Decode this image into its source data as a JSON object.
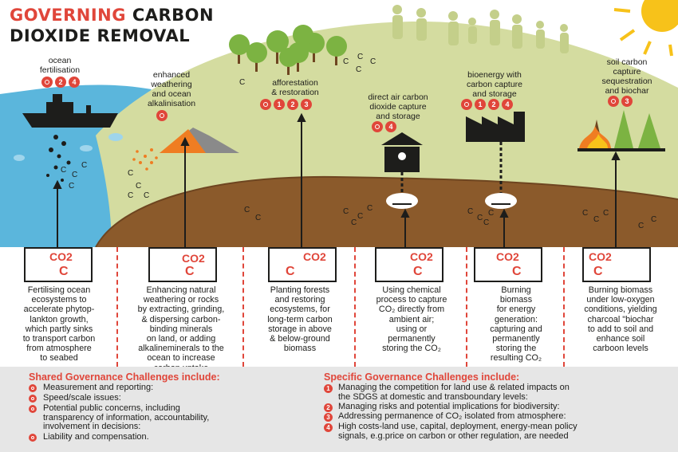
{
  "title": {
    "line1_red": "GOVERNING",
    "line1_black": "CARBON",
    "line2": "DIOXIDE REMOVAL"
  },
  "methods": [
    {
      "label": "ocean\nfertilisation",
      "badges": [
        "ring",
        "2",
        "4"
      ],
      "co2": "CO2",
      "c": "C",
      "desc": "Fertilising ocean\necosystems to\naccelerate phytop-\nlankton growth,\nwhich partly sinks\nto transport carbon\nfrom atmosphere\nto seabed"
    },
    {
      "label": "enhanced\nweathering\nand ocean\nalkalinisation",
      "badges": [
        "ring"
      ],
      "co2": "CO2",
      "c": "C",
      "desc": "Enhancing natural\nweathering or rocks\nby extracting, grinding,\n& dispersing carbon-\nbinding minerals\non land, or adding\nalkalineminerals to the\nocean to increase\ncarbon uptake"
    },
    {
      "label": "afforestation\n& restoration",
      "badges": [
        "ring",
        "1",
        "2",
        "3"
      ],
      "co2": "CO2",
      "c": "C",
      "desc": "Planting forests\nand restoring\necosystems, for\nlong-term carbon\nstorage in above\n& below-ground\nbiomass"
    },
    {
      "label": "direct air carbon\ndioxide capture\nand storage",
      "badges": [
        "ring",
        "4"
      ],
      "co2": "CO2",
      "c": "C",
      "desc": "Using chemical\nprocess to capture\nCO₂ directly from\nambient air;\nusing or\npermanently\nstoring the CO₂"
    },
    {
      "label": "bioenergy with\ncarbon capture\nand storage",
      "badges": [
        "ring",
        "1",
        "2",
        "4"
      ],
      "co2": "CO2",
      "c": "C",
      "desc": "Burning\nbiomass\nfor energy\ngeneration:\ncapturing and\npermanently\nstoring the\nresulting CO₂"
    },
    {
      "label": "soil carbon\ncapture\nsequestration\nand biochar",
      "badges": [
        "ring",
        "3"
      ],
      "co2": "CO2",
      "c": "C",
      "desc": "Burning biomass\nunder low-oxygen\nconditions, yielding\ncharcoal \"biochar\nto add to soil and\nenhance soil\ncarboon levels"
    }
  ],
  "shared": {
    "heading": "Shared Governance Challenges include:",
    "items": [
      "Measurement and reporting:",
      "Speed/scale issues:",
      "Potential public concerns, including\ntransparency of information, accountability,\ninvolvement in decisions:",
      "Liability and compensation."
    ]
  },
  "specific": {
    "heading": "Specific Governance Challenges include:",
    "items": [
      {
        "n": "1",
        "text": "Managing the competition for land use & related impacts on\nthe SDGS at domestic and transboundary levels:"
      },
      {
        "n": "2",
        "text": "Managing risks and potential implications for biodiversity:"
      },
      {
        "n": "3",
        "text": "Addressing permanence of CO₂ isolated from atmosphere:"
      },
      {
        "n": "4",
        "text": "High costs-land use, capital, deployment, energy-mean policy\nsignals, e.g.price on carbon or other regulation, are needed"
      }
    ]
  },
  "colors": {
    "accent": "#e0463a",
    "ocean": "#5bb6dc",
    "land": "#d4dca0",
    "soil": "#8b5a2b",
    "sun": "#f7c21a"
  }
}
